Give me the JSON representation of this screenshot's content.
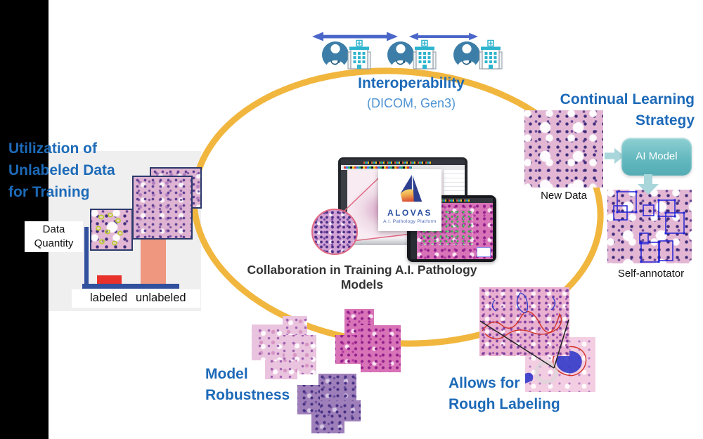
{
  "colors": {
    "heading_blue": "#1d6ab8",
    "subtitle_blue": "#4f94d4",
    "ellipse_yellow": "#f1b63e",
    "exchange_arrow_blue": "#4a66c8",
    "doctor_teal": "#3c7ea8",
    "hospital_teal": "#2fb4ce",
    "ai_box_teal": "#64b9bf",
    "flow_arrow_teal": "#a9d6da",
    "labeled_bar_red": "#e8312b",
    "unlabeled_bar_salmon": "#f0977f",
    "axis_navy": "#31519e",
    "annotation_blue": "#2323d6",
    "caption_dark": "#333333"
  },
  "interoperability": {
    "title": "Interoperability",
    "subtitle": "(DICOM, Gen3)"
  },
  "center": {
    "caption": "Collaboration in Training A.I. Pathology Models",
    "logo_name": "ALOVAS",
    "logo_subtitle": "A.I. Pathology Platform"
  },
  "left_panel": {
    "title_lines": [
      "Utilization of",
      "Unlabeled Data",
      "for Training"
    ],
    "axis_label_lines": [
      "Data",
      "Quantity"
    ],
    "chart": {
      "type": "bar",
      "categories": [
        "labeled",
        "unlabeled"
      ],
      "relative_values": [
        0.18,
        0.8
      ],
      "ylabel": "Data Quantity"
    }
  },
  "continual_learning": {
    "title_lines": [
      "Continual Learning",
      "Strategy"
    ],
    "new_data_label": "New Data",
    "ai_model_label": "AI Model",
    "self_annotator_label": "Self-annotator"
  },
  "model_robustness": {
    "title_lines": [
      "Model",
      "Robustness"
    ]
  },
  "rough_labeling": {
    "title_lines": [
      "Allows for",
      "Rough Labeling"
    ]
  }
}
